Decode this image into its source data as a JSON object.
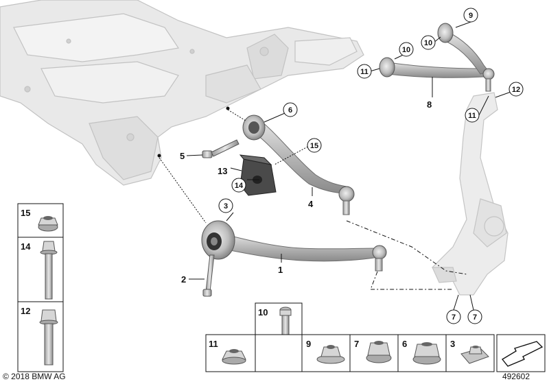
{
  "diagram": {
    "callouts": [
      {
        "id": "c9",
        "text": "9",
        "circled": true
      },
      {
        "id": "c10a",
        "text": "10",
        "circled": true
      },
      {
        "id": "c10b",
        "text": "10",
        "circled": true
      },
      {
        "id": "c11a",
        "text": "11",
        "circled": true
      },
      {
        "id": "c11b",
        "text": "11",
        "circled": true
      },
      {
        "id": "c12",
        "text": "12",
        "circled": true
      },
      {
        "id": "c6",
        "text": "6",
        "circled": true
      },
      {
        "id": "c15",
        "text": "15",
        "circled": true
      },
      {
        "id": "c14",
        "text": "14",
        "circled": true
      },
      {
        "id": "c3",
        "text": "3",
        "circled": true
      },
      {
        "id": "c7a",
        "text": "7",
        "circled": true
      },
      {
        "id": "c7b",
        "text": "7",
        "circled": true
      }
    ],
    "labels": [
      {
        "id": "l8",
        "text": "8"
      },
      {
        "id": "l5",
        "text": "5"
      },
      {
        "id": "l13",
        "text": "13"
      },
      {
        "id": "l4",
        "text": "4"
      },
      {
        "id": "l2",
        "text": "2"
      },
      {
        "id": "l1",
        "text": "1"
      }
    ],
    "parts_legend": [
      {
        "num": "15",
        "part": "flange-nut"
      },
      {
        "num": "14",
        "part": "hex-bolt-long"
      },
      {
        "num": "12",
        "part": "hex-bolt"
      },
      {
        "num": "10",
        "part": "torx-bolt"
      },
      {
        "num": "11",
        "part": "hex-nut"
      },
      {
        "num": "9",
        "part": "self-locking-nut-with-washer"
      },
      {
        "num": "7",
        "part": "collar-nut"
      },
      {
        "num": "6",
        "part": "flange-nut-large"
      },
      {
        "num": "3",
        "part": "nut-plate"
      }
    ]
  },
  "footer": {
    "copyright": "© 2018 BMW AG",
    "image_number": "492602"
  },
  "colors": {
    "subframe": "#e6e6e6",
    "subframe_edge": "#bdbdbd",
    "arm": "#c8c8c8",
    "arm_edge": "#6e6e6e",
    "bushing": "#3a3a3a",
    "line": "#111111"
  }
}
